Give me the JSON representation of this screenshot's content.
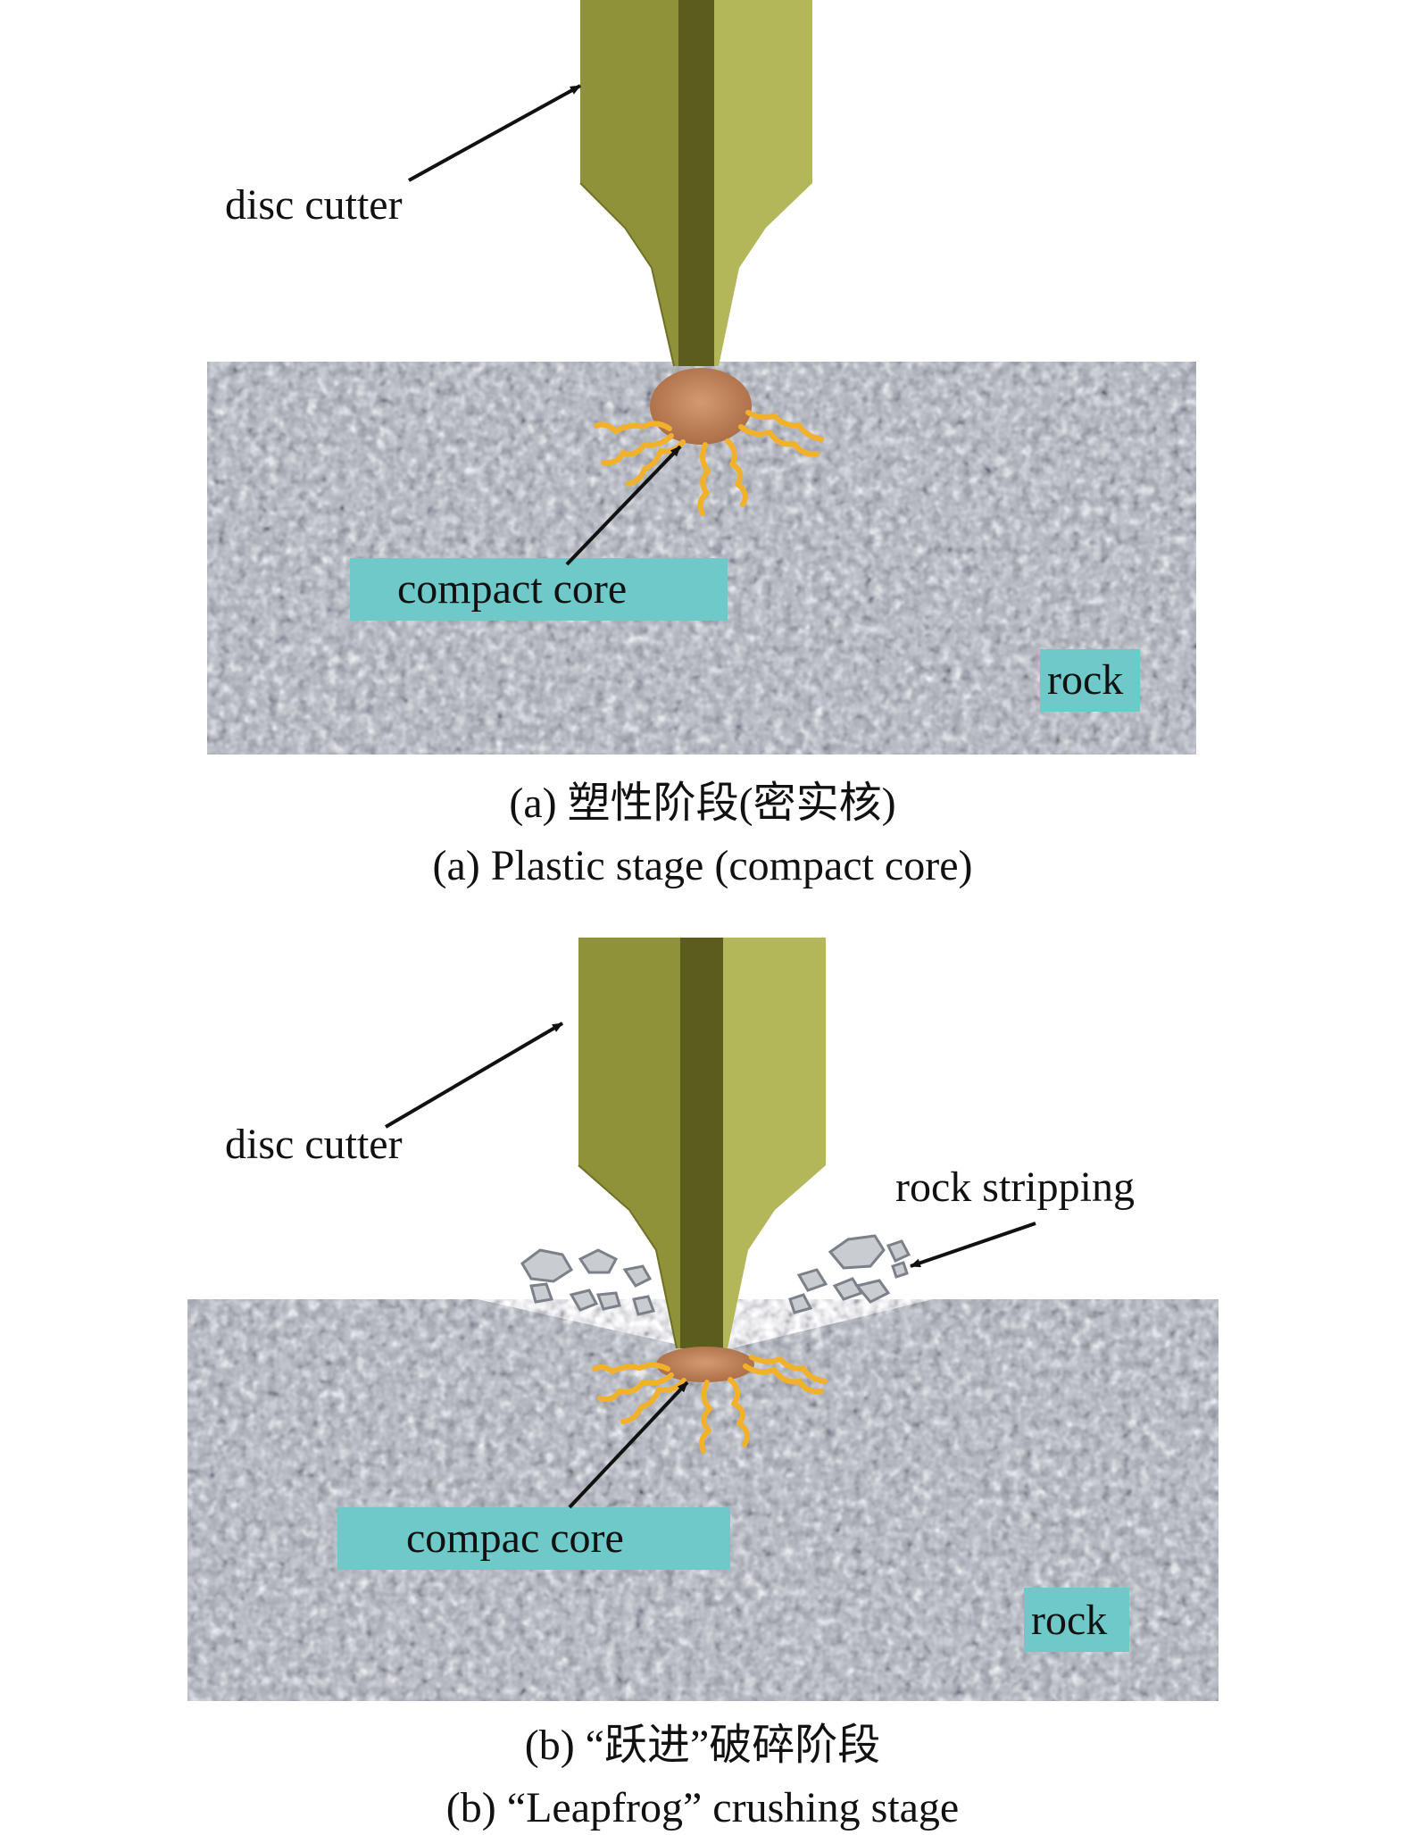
{
  "colors": {
    "cutter_dark": "#5b5d1d",
    "cutter_mid": "#8f9238",
    "cutter_light": "#b4b65a",
    "rock_base": "#a3a8b0",
    "core_fill": "#c58a60",
    "crack_color": "#f2b12a",
    "label_box": "#6ec9c8",
    "fragment_fill": "#c9ccd1"
  },
  "panel_a": {
    "cutter_label": "disc cutter",
    "core_label": "compact core",
    "rock_label": "rock",
    "caption_cn": "(a) 塑性阶段(密实核)",
    "caption_en": "(a) Plastic stage (compact core)"
  },
  "panel_b": {
    "cutter_label": "disc cutter",
    "stripping_label": "rock stripping",
    "core_label": "compac core",
    "rock_label": "rock",
    "caption_cn": "(b) “跃进”破碎阶段",
    "caption_en": "(b) “Leapfrog” crushing stage"
  }
}
